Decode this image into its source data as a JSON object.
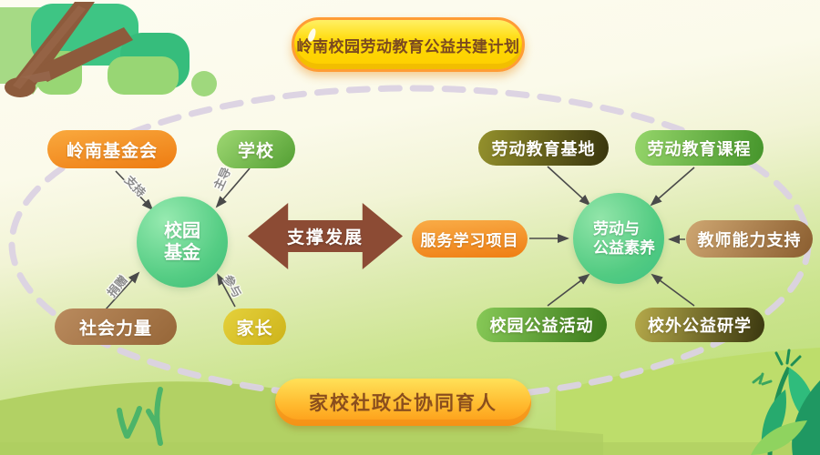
{
  "title_banner": {
    "text": "岭南校园劳动教育公益共建计划"
  },
  "bottom_banner": {
    "text": "家校社政企协同育人"
  },
  "left_cluster": {
    "hub": {
      "line1": "校园",
      "line2": "基金"
    },
    "nodes": [
      {
        "label": "岭南基金会"
      },
      {
        "label": "学校"
      },
      {
        "label": "社会力量"
      },
      {
        "label": "家长"
      }
    ],
    "edge_labels": {
      "support": "支持",
      "lead": "主导",
      "donate": "捐赠",
      "participate": "参与"
    }
  },
  "center": {
    "arrow_label": "支撑发展",
    "service_node": "服务学习项目"
  },
  "right_cluster": {
    "hub": {
      "line1": "劳动与",
      "line2": "公益素养"
    },
    "nodes": [
      {
        "label": "劳动教育基地"
      },
      {
        "label": "劳动教育课程"
      },
      {
        "label": "教师能力支持"
      },
      {
        "label": "校园公益活动"
      },
      {
        "label": "校外公益研学"
      }
    ]
  },
  "decor_icons": {
    "frame": "dashed-ellipse",
    "top_left": "tree-branch",
    "bottom_right": "leafy-plant",
    "bottom_left": "grass-sprigs"
  },
  "colors": {
    "banner_yellow": "#ffd904",
    "banner_border_orange": "#ff9c35",
    "banner_text_brown": "#7b4a20",
    "node_orange": "#ee7c12",
    "node_green": "#539f33",
    "node_brown": "#966638",
    "node_gold": "#cdb31a",
    "node_dark_olive": "#38340d",
    "node_tan": "#8a5d2f",
    "hub_green": "#3fbd78",
    "support_arrow_brown": "#8c4b34",
    "connector_gray": "#4a4a4a",
    "ellipse_dash": "#dbd2e3",
    "bg_cream": "#fdfcf1",
    "bg_green": "#bcdd77"
  }
}
